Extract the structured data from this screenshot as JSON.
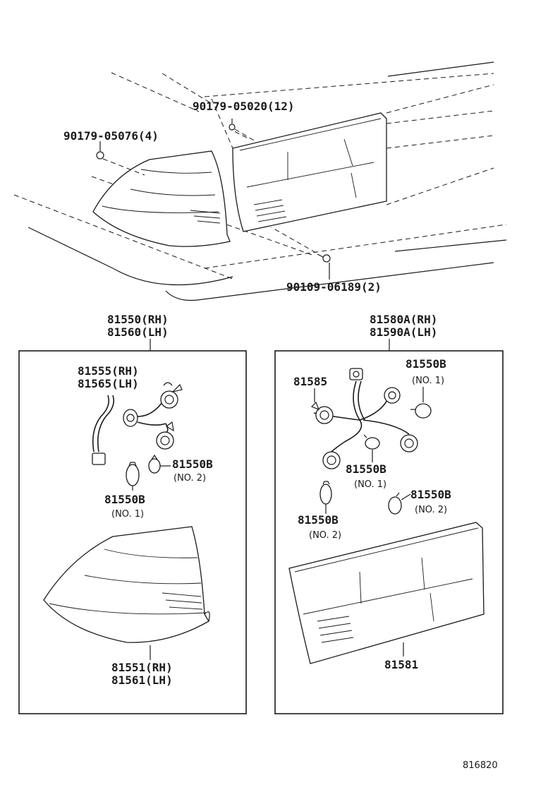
{
  "labels": {
    "bolt_12": "90179-05020(12)",
    "bolt_4": "90179-05076(4)",
    "screw_2": "90109-06189(2)",
    "left_assy_rh": "81550(RH)",
    "left_assy_lh": "81560(LH)",
    "right_assy_rh": "81580A(RH)",
    "right_assy_lh": "81590A(LH)",
    "socket_rh": "81555(RH)",
    "socket_lh": "81565(LH)",
    "bulb_l_no2": "81550B",
    "bulb_l_no2_sub": "(NO. 2)",
    "bulb_l_no1": "81550B",
    "bulb_l_no1_sub": "(NO. 1)",
    "lens_rh": "81551(RH)",
    "lens_lh": "81561(LH)",
    "harness": "81585",
    "bulb_r_top": "81550B",
    "bulb_r_top_sub": "(NO. 1)",
    "bulb_r_mid": "81550B",
    "bulb_r_mid_sub": "(NO. 1)",
    "bulb_r_right": "81550B",
    "bulb_r_right_sub": "(NO. 2)",
    "bulb_r_left": "81550B",
    "bulb_r_left_sub": "(NO. 2)",
    "garnish": "81581",
    "diagram_ref": "816820"
  }
}
